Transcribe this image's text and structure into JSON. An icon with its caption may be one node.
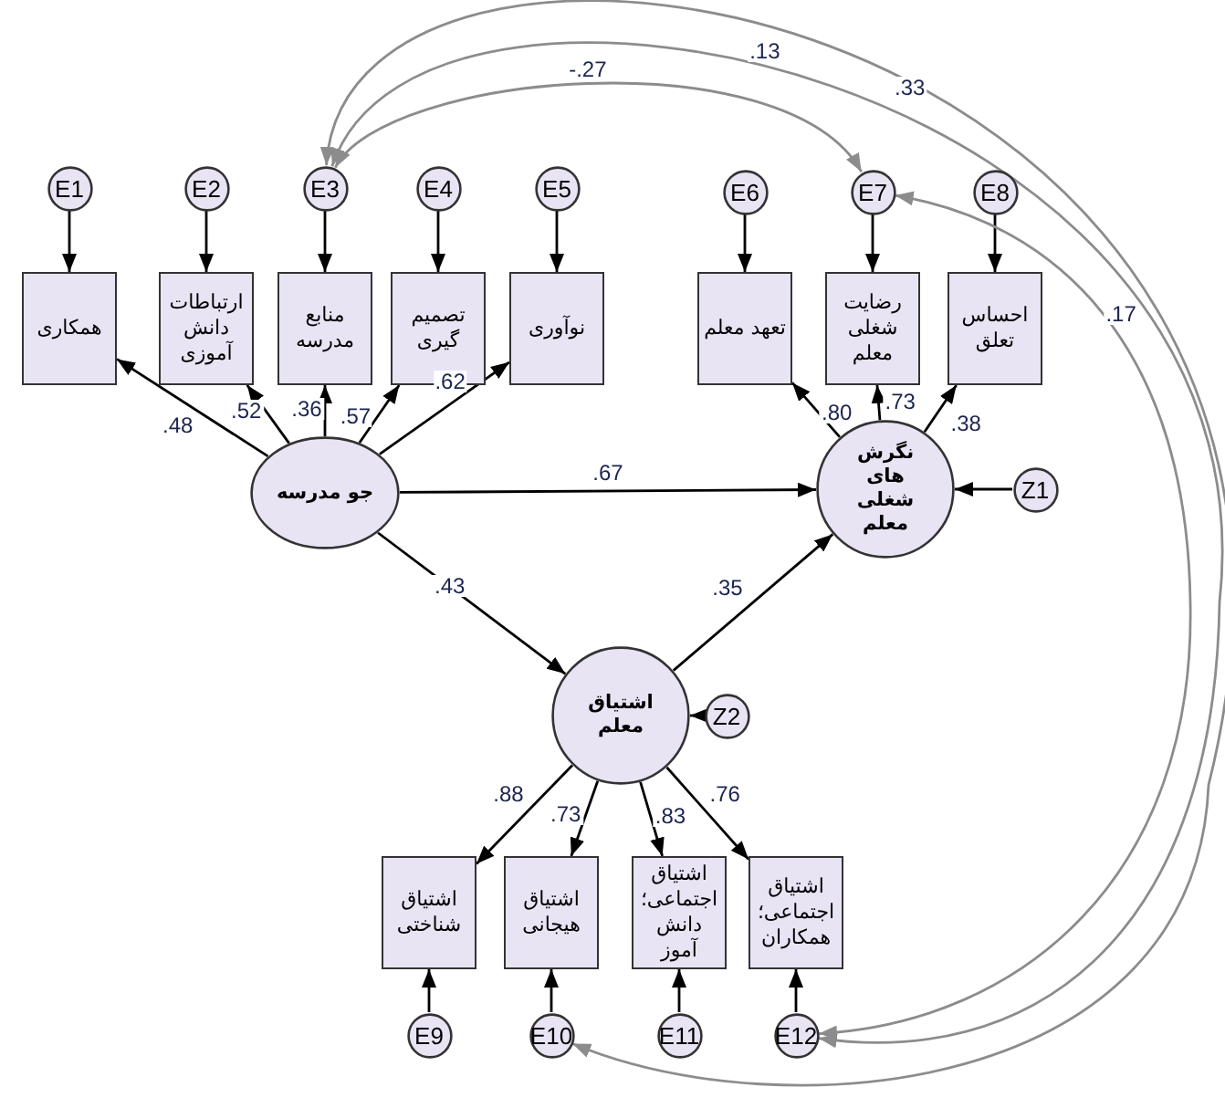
{
  "diagram": {
    "nodes": [
      {
        "text": [
          "جو مدرسه"
        ]
      },
      {
        "text": [
          "نگرش های شغلی معلم"
        ]
      },
      {
        "text": [
          "اشتیاق معلم"
        ]
      },
      {
        "text": [
          "همکاری"
        ]
      },
      {
        "text": [
          "ارتباطات دانش آموزی"
        ]
      },
      {
        "text": [
          "منابع مدرسه"
        ]
      },
      {
        "text": [
          "تصمیم گیری"
        ]
      },
      {
        "text": [
          "نوآوری"
        ]
      },
      {
        "text": [
          "تعهد معلم"
        ]
      },
      {
        "text": [
          "رضایت شغلی معلم"
        ]
      },
      {
        "text": [
          "احساس تعلق"
        ]
      },
      {
        "text": [
          "اشتیاق شناختی"
        ]
      },
      {
        "text": [
          "اشتیاق هیجانی"
        ]
      },
      {
        "text": [
          "اشتیاق اجتماعی؛ دانش آموز"
        ]
      },
      {
        "text": [
          "اشتیاق اجتماعی؛ همکاران"
        ]
      },
      {
        "text": [
          "E1"
        ]
      },
      {
        "text": [
          "E2"
        ]
      },
      {
        "text": [
          "E3"
        ]
      },
      {
        "text": [
          "E4"
        ]
      },
      {
        "text": [
          "E5"
        ]
      },
      {
        "text": [
          "E6"
        ]
      },
      {
        "text": [
          "E7"
        ]
      },
      {
        "text": [
          "E8"
        ]
      },
      {
        "text": [
          "E9"
        ]
      },
      {
        "text": [
          "E10"
        ]
      },
      {
        "text": [
          "E11"
        ]
      },
      {
        "text": [
          "E12"
        ]
      },
      {
        "text": [
          "Z1"
        ]
      },
      {
        "text": [
          "Z2"
        ]
      }
    ],
    "edges": [
      {
        "from": 0,
        "to": 3,
        "arrow": "to",
        "label": ".48"
      },
      {
        "from": 0,
        "to": 4,
        "arrow": "to",
        "label": ".52"
      },
      {
        "from": 0,
        "to": 5,
        "arrow": "to",
        "label": ".36"
      },
      {
        "from": 0,
        "to": 6,
        "arrow": "to",
        "label": ".57"
      },
      {
        "from": 0,
        "to": 7,
        "arrow": "to",
        "label": ".62"
      },
      {
        "from": 0,
        "to": 1,
        "arrow": "to",
        "label": ".67"
      },
      {
        "from": 0,
        "to": 2,
        "arrow": "to",
        "label": ".43"
      },
      {
        "from": 2,
        "to": 1,
        "arrow": "to",
        "label": ".35"
      },
      {
        "from": 1,
        "to": 8,
        "arrow": "to",
        "label": ".80"
      },
      {
        "from": 1,
        "to": 9,
        "arrow": "to",
        "label": ".73"
      },
      {
        "from": 1,
        "to": 10,
        "arrow": "to",
        "label": ".38"
      },
      {
        "from": 2,
        "to": 11,
        "arrow": "to",
        "label": ".88"
      },
      {
        "from": 2,
        "to": 12,
        "arrow": "to",
        "label": ".73"
      },
      {
        "from": 2,
        "to": 13,
        "arrow": "to",
        "label": ".83"
      },
      {
        "from": 2,
        "to": 14,
        "arrow": "to",
        "label": ".76"
      },
      {
        "from": 15,
        "to": 3,
        "arrow": "to"
      },
      {
        "from": 16,
        "to": 4,
        "arrow": "to"
      },
      {
        "from": 17,
        "to": 5,
        "arrow": "to"
      },
      {
        "from": 18,
        "to": 6,
        "arrow": "to"
      },
      {
        "from": 19,
        "to": 7,
        "arrow": "to"
      },
      {
        "from": 20,
        "to": 8,
        "arrow": "to"
      },
      {
        "from": 21,
        "to": 9,
        "arrow": "to"
      },
      {
        "from": 22,
        "to": 10,
        "arrow": "to"
      },
      {
        "from": 23,
        "to": 11,
        "arrow": "to"
      },
      {
        "from": 24,
        "to": 12,
        "arrow": "to"
      },
      {
        "from": 25,
        "to": 13,
        "arrow": "to"
      },
      {
        "from": 26,
        "to": 14,
        "arrow": "to"
      },
      {
        "from": 27,
        "to": 1,
        "arrow": "to"
      },
      {
        "from": 28,
        "to": 2,
        "arrow": "to"
      },
      {
        "from": 17,
        "to": 21,
        "arrow": "both",
        "label": "-.27",
        "color": "#8c8c8c"
      },
      {
        "from": 17,
        "to": 26,
        "arrow": "both",
        "label": ".13",
        "color": "#8c8c8c"
      },
      {
        "from": 21,
        "to": 26,
        "arrow": "both",
        "label": ".17",
        "color": "#8c8c8c"
      },
      {
        "from": 17,
        "to": 24,
        "arrow": "both",
        "label": ".33",
        "color": "#8c8c8c"
      }
    ]
  }
}
